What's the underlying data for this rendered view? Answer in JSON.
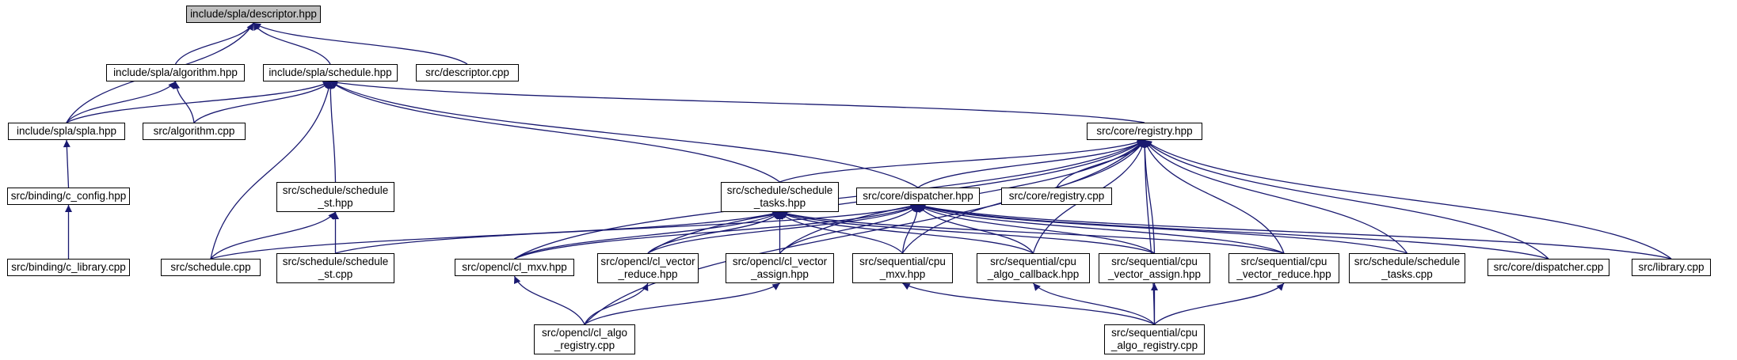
{
  "diagram": {
    "colors": {
      "edge": "#191970",
      "root_fill": "#bfbfbf",
      "node_fill": "#ffffff",
      "border": "#000000"
    },
    "nodes": [
      {
        "id": "descriptor_hpp",
        "label": "include/spla/descriptor.hpp"
      },
      {
        "id": "algorithm_hpp",
        "label": "include/spla/algorithm.hpp"
      },
      {
        "id": "schedule_hpp",
        "label": "include/spla/schedule.hpp"
      },
      {
        "id": "descriptor_cpp",
        "label": "src/descriptor.cpp"
      },
      {
        "id": "spla_hpp",
        "label": "include/spla/spla.hpp"
      },
      {
        "id": "algorithm_cpp",
        "label": "src/algorithm.cpp"
      },
      {
        "id": "registry_hpp",
        "label": "src/core/registry.hpp"
      },
      {
        "id": "c_config_hpp",
        "label": "src/binding/c_config.hpp"
      },
      {
        "id": "c_library_cpp",
        "label": "src/binding/c_library.cpp"
      },
      {
        "id": "schedule_st_hpp",
        "label": "src/schedule/schedule\n_st.hpp"
      },
      {
        "id": "schedule_tasks_hpp",
        "label": "src/schedule/schedule\n_tasks.hpp"
      },
      {
        "id": "dispatcher_hpp",
        "label": "src/core/dispatcher.hpp"
      },
      {
        "id": "registry_cpp",
        "label": "src/core/registry.cpp"
      },
      {
        "id": "schedule_cpp",
        "label": "src/schedule.cpp"
      },
      {
        "id": "schedule_st_cpp",
        "label": "src/schedule/schedule\n_st.cpp"
      },
      {
        "id": "cl_mxv_hpp",
        "label": "src/opencl/cl_mxv.hpp"
      },
      {
        "id": "cl_vector_reduce_hpp",
        "label": "src/opencl/cl_vector\n_reduce.hpp"
      },
      {
        "id": "cl_vector_assign_hpp",
        "label": "src/opencl/cl_vector\n_assign.hpp"
      },
      {
        "id": "cpu_mxv_hpp",
        "label": "src/sequential/cpu\n_mxv.hpp"
      },
      {
        "id": "cpu_algo_callback_hpp",
        "label": "src/sequential/cpu\n_algo_callback.hpp"
      },
      {
        "id": "cpu_vector_assign_hpp",
        "label": "src/sequential/cpu\n_vector_assign.hpp"
      },
      {
        "id": "cpu_vector_reduce_hpp",
        "label": "src/sequential/cpu\n_vector_reduce.hpp"
      },
      {
        "id": "schedule_tasks_cpp",
        "label": "src/schedule/schedule\n_tasks.cpp"
      },
      {
        "id": "dispatcher_cpp",
        "label": "src/core/dispatcher.cpp"
      },
      {
        "id": "library_cpp",
        "label": "src/library.cpp"
      },
      {
        "id": "cl_algo_registry_cpp",
        "label": "src/opencl/cl_algo\n_registry.cpp"
      },
      {
        "id": "cpu_algo_registry_cpp",
        "label": "src/sequential/cpu\n_algo_registry.cpp"
      }
    ],
    "edges": [
      {
        "from": "algorithm_hpp",
        "to": "descriptor_hpp"
      },
      {
        "from": "schedule_hpp",
        "to": "descriptor_hpp"
      },
      {
        "from": "descriptor_cpp",
        "to": "descriptor_hpp"
      },
      {
        "from": "spla_hpp",
        "to": "descriptor_hpp"
      },
      {
        "from": "spla_hpp",
        "to": "algorithm_hpp"
      },
      {
        "from": "algorithm_cpp",
        "to": "algorithm_hpp"
      },
      {
        "from": "spla_hpp",
        "to": "schedule_hpp"
      },
      {
        "from": "algorithm_cpp",
        "to": "schedule_hpp"
      },
      {
        "from": "registry_hpp",
        "to": "schedule_hpp"
      },
      {
        "from": "schedule_st_hpp",
        "to": "schedule_hpp"
      },
      {
        "from": "schedule_tasks_hpp",
        "to": "schedule_hpp"
      },
      {
        "from": "dispatcher_hpp",
        "to": "schedule_hpp"
      },
      {
        "from": "schedule_cpp",
        "to": "schedule_hpp"
      },
      {
        "from": "c_config_hpp",
        "to": "spla_hpp"
      },
      {
        "from": "c_library_cpp",
        "to": "c_config_hpp"
      },
      {
        "from": "schedule_cpp",
        "to": "schedule_st_hpp"
      },
      {
        "from": "schedule_st_cpp",
        "to": "schedule_st_hpp"
      },
      {
        "from": "schedule_tasks_hpp",
        "to": "registry_hpp"
      },
      {
        "from": "dispatcher_hpp",
        "to": "registry_hpp"
      },
      {
        "from": "registry_cpp",
        "to": "registry_hpp"
      },
      {
        "from": "cl_mxv_hpp",
        "to": "registry_hpp"
      },
      {
        "from": "cl_vector_reduce_hpp",
        "to": "registry_hpp"
      },
      {
        "from": "cl_vector_assign_hpp",
        "to": "registry_hpp"
      },
      {
        "from": "cpu_mxv_hpp",
        "to": "registry_hpp"
      },
      {
        "from": "cpu_algo_callback_hpp",
        "to": "registry_hpp"
      },
      {
        "from": "cpu_vector_assign_hpp",
        "to": "registry_hpp"
      },
      {
        "from": "cpu_vector_reduce_hpp",
        "to": "registry_hpp"
      },
      {
        "from": "schedule_tasks_cpp",
        "to": "registry_hpp"
      },
      {
        "from": "dispatcher_cpp",
        "to": "registry_hpp"
      },
      {
        "from": "library_cpp",
        "to": "registry_hpp"
      },
      {
        "from": "cl_algo_registry_cpp",
        "to": "registry_hpp"
      },
      {
        "from": "cpu_algo_registry_cpp",
        "to": "registry_hpp"
      },
      {
        "from": "schedule_cpp",
        "to": "schedule_tasks_hpp"
      },
      {
        "from": "cl_mxv_hpp",
        "to": "schedule_tasks_hpp"
      },
      {
        "from": "cl_vector_reduce_hpp",
        "to": "schedule_tasks_hpp"
      },
      {
        "from": "cl_vector_assign_hpp",
        "to": "schedule_tasks_hpp"
      },
      {
        "from": "cpu_mxv_hpp",
        "to": "schedule_tasks_hpp"
      },
      {
        "from": "cpu_algo_callback_hpp",
        "to": "schedule_tasks_hpp"
      },
      {
        "from": "cpu_vector_assign_hpp",
        "to": "schedule_tasks_hpp"
      },
      {
        "from": "cpu_vector_reduce_hpp",
        "to": "schedule_tasks_hpp"
      },
      {
        "from": "schedule_st_cpp",
        "to": "dispatcher_hpp"
      },
      {
        "from": "cl_mxv_hpp",
        "to": "dispatcher_hpp"
      },
      {
        "from": "cl_vector_reduce_hpp",
        "to": "dispatcher_hpp"
      },
      {
        "from": "cl_vector_assign_hpp",
        "to": "dispatcher_hpp"
      },
      {
        "from": "cpu_mxv_hpp",
        "to": "dispatcher_hpp"
      },
      {
        "from": "cpu_algo_callback_hpp",
        "to": "dispatcher_hpp"
      },
      {
        "from": "cpu_vector_assign_hpp",
        "to": "dispatcher_hpp"
      },
      {
        "from": "cpu_vector_reduce_hpp",
        "to": "dispatcher_hpp"
      },
      {
        "from": "schedule_tasks_cpp",
        "to": "dispatcher_hpp"
      },
      {
        "from": "dispatcher_cpp",
        "to": "dispatcher_hpp"
      },
      {
        "from": "library_cpp",
        "to": "dispatcher_hpp"
      },
      {
        "from": "cl_algo_registry_cpp",
        "to": "cl_mxv_hpp"
      },
      {
        "from": "cl_algo_registry_cpp",
        "to": "cl_vector_reduce_hpp"
      },
      {
        "from": "cl_algo_registry_cpp",
        "to": "cl_vector_assign_hpp"
      },
      {
        "from": "cpu_algo_registry_cpp",
        "to": "cpu_mxv_hpp"
      },
      {
        "from": "cpu_algo_registry_cpp",
        "to": "cpu_algo_callback_hpp"
      },
      {
        "from": "cpu_algo_registry_cpp",
        "to": "cpu_vector_assign_hpp"
      },
      {
        "from": "cpu_algo_registry_cpp",
        "to": "cpu_vector_reduce_hpp"
      }
    ]
  }
}
